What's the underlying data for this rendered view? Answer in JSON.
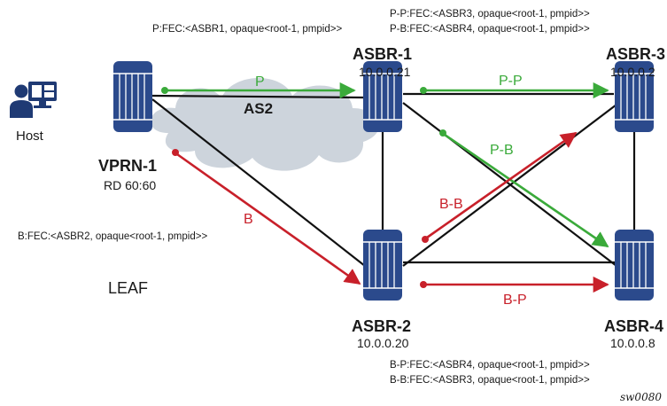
{
  "colors": {
    "router": "#2b4a8c",
    "router_dark": "#1f3a74",
    "link": "#111111",
    "green": "#3aaa3a",
    "red": "#c8202a",
    "cloud": "#cdd4dc"
  },
  "host": {
    "label": "Host",
    "icon": "host-icon"
  },
  "cloud": {
    "label": "AS2"
  },
  "leaf": {
    "label": "LEAF"
  },
  "nodes": {
    "vprn1": {
      "name": "VPRN-1",
      "sub": "RD 60:60"
    },
    "asbr1": {
      "name": "ASBR-1",
      "ip": "10.0.0.21"
    },
    "asbr2": {
      "name": "ASBR-2",
      "ip": "10.0.0.20"
    },
    "asbr3": {
      "name": "ASBR-3",
      "ip": "10.0.0.2"
    },
    "asbr4": {
      "name": "ASBR-4",
      "ip": "10.0.0.8"
    }
  },
  "fec": {
    "p": "P:FEC:<ASBR1, opaque<root-1, pmpid>>",
    "pp": "P-P:FEC:<ASBR3, opaque<root-1, pmpid>>",
    "pb": "P-B:FEC:<ASBR4, opaque<root-1, pmpid>>",
    "b": "B:FEC:<ASBR2, opaque<root-1, pmpid>>",
    "bp": "B-P:FEC:<ASBR4, opaque<root-1, pmpid>>",
    "bb": "B-B:FEC:<ASBR3, opaque<root-1, pmpid>>"
  },
  "arrow_labels": {
    "p": "P",
    "pp": "P-P",
    "pb": "P-B",
    "b": "B",
    "bb": "B-B",
    "bp": "B-P"
  },
  "figure_id": "sw0080"
}
